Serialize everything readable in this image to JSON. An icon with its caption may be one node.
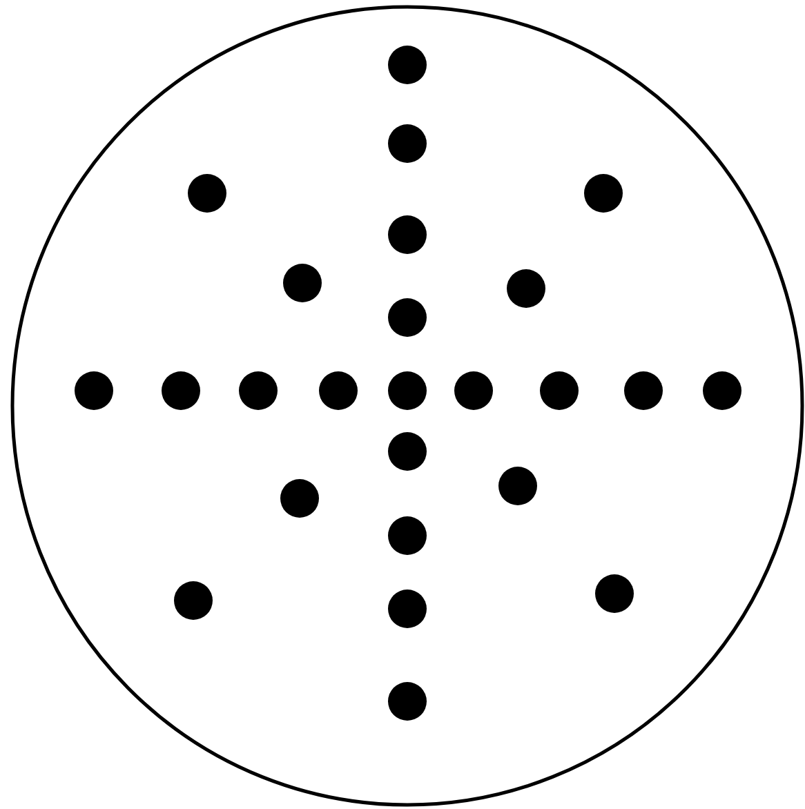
{
  "diagram": {
    "nodes": [
      {
        "text": [],
        "shape": "circle"
      },
      {
        "text": [],
        "shape": "circle",
        "in": 0
      },
      {
        "text": [],
        "shape": "circle",
        "in": 0
      },
      {
        "text": [],
        "shape": "circle",
        "in": 0
      },
      {
        "text": [],
        "shape": "circle",
        "in": 0
      },
      {
        "text": [],
        "shape": "circle",
        "in": 0
      },
      {
        "text": [],
        "shape": "circle",
        "in": 0
      },
      {
        "text": [],
        "shape": "circle",
        "in": 0
      },
      {
        "text": [],
        "shape": "circle",
        "in": 0
      },
      {
        "text": [],
        "shape": "circle",
        "in": 0
      },
      {
        "text": [],
        "shape": "circle",
        "in": 0
      },
      {
        "text": [],
        "shape": "circle",
        "in": 0
      },
      {
        "text": [],
        "shape": "circle",
        "in": 0
      },
      {
        "text": [],
        "shape": "circle",
        "in": 0
      },
      {
        "text": [],
        "shape": "circle",
        "in": 0
      },
      {
        "text": [],
        "shape": "circle",
        "in": 0
      },
      {
        "text": [],
        "shape": "circle",
        "in": 0
      },
      {
        "text": [],
        "shape": "circle",
        "in": 0
      },
      {
        "text": [],
        "shape": "circle",
        "in": 0
      },
      {
        "text": [],
        "shape": "circle",
        "in": 0
      },
      {
        "text": [],
        "shape": "circle",
        "in": 0
      },
      {
        "text": [],
        "shape": "circle",
        "in": 0
      },
      {
        "text": [],
        "shape": "circle",
        "in": 0
      },
      {
        "text": [],
        "shape": "circle",
        "in": 0
      },
      {
        "text": [],
        "shape": "circle",
        "in": 0
      },
      {
        "text": [],
        "shape": "circle",
        "in": 0
      }
    ]
  }
}
